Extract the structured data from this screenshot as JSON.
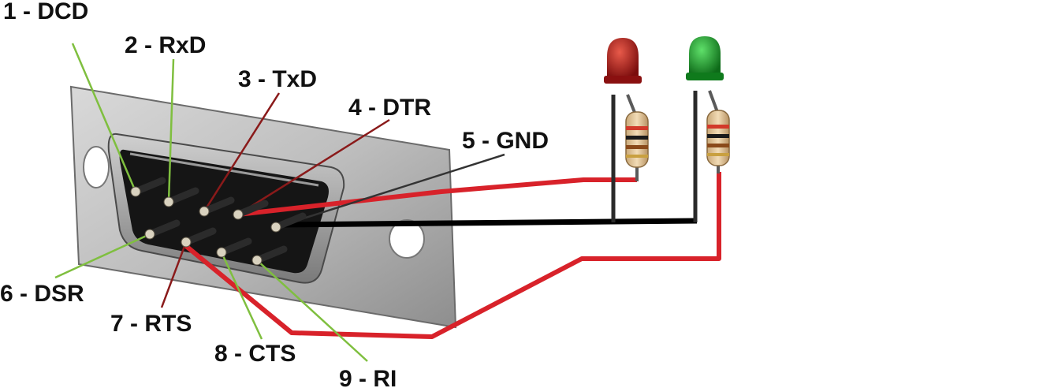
{
  "diagram": {
    "pins": [
      {
        "number": 1,
        "label": "1 - DCD",
        "color": "#7fbf3f"
      },
      {
        "number": 2,
        "label": "2 - RxD",
        "color": "#7fbf3f"
      },
      {
        "number": 3,
        "label": "3 - TxD",
        "color": "#8a1a1a"
      },
      {
        "number": 4,
        "label": "4 - DTR",
        "color": "#8a1a1a"
      },
      {
        "number": 5,
        "label": "5 - GND",
        "color": "#333333"
      },
      {
        "number": 6,
        "label": "6 - DSR",
        "color": "#7fbf3f"
      },
      {
        "number": 7,
        "label": "7 - RTS",
        "color": "#8a1a1a"
      },
      {
        "number": 8,
        "label": "8 - CTS",
        "color": "#7fbf3f"
      },
      {
        "number": 9,
        "label": "9 - RI",
        "color": "#7fbf3f"
      }
    ],
    "leds": [
      {
        "name": "red-led",
        "color": "#b01010"
      },
      {
        "name": "green-led",
        "color": "#1f9a2a"
      }
    ],
    "wires": {
      "signal_color": "#d8222a",
      "ground_color": "#000000"
    }
  }
}
